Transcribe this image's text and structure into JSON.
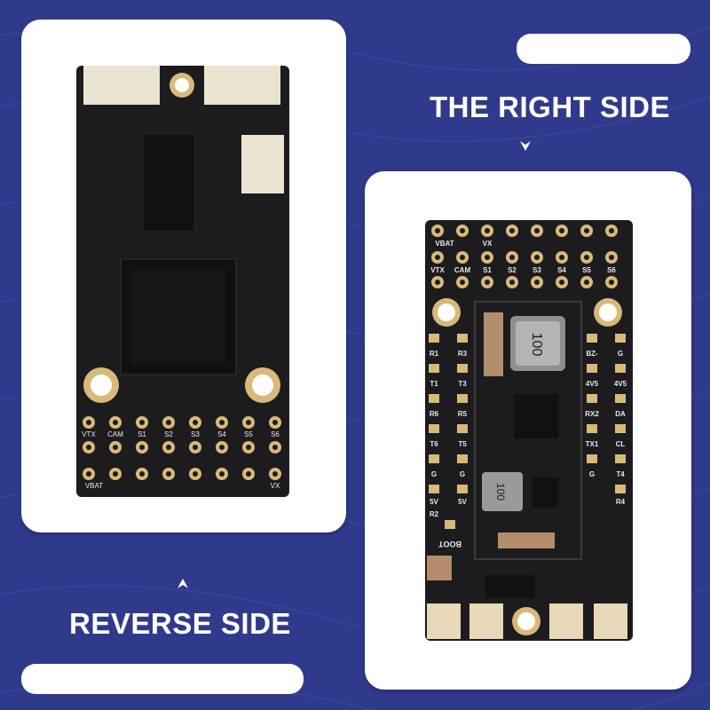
{
  "colors": {
    "background": "#2f3a8c",
    "card": "#ffffff",
    "pcb": "#1c1c1e",
    "pad": "#d9b97a",
    "silkscreen": "#e8e8e8"
  },
  "labels": {
    "right_side": "THE RIGHT SIDE",
    "reverse_side": "REVERSE SIDE"
  },
  "left_board": {
    "row1_labels": [
      "VTX",
      "CAM",
      "S1",
      "S2",
      "S3",
      "S4",
      "S5",
      "S6"
    ],
    "row2_labels": [
      "VBAT",
      "VX"
    ]
  },
  "right_board": {
    "top_row_labels": [
      "VBAT",
      "VX"
    ],
    "mid_row_labels": [
      "VTX",
      "CAM",
      "S1",
      "S2",
      "S3",
      "S4",
      "S5",
      "S6"
    ],
    "left_column_labels": [
      "R1",
      "T1",
      "R6",
      "T6",
      "G",
      "5V",
      "R2"
    ],
    "middle_column_labels": [
      "R3",
      "T3",
      "R5",
      "T5",
      "G",
      "5V"
    ],
    "right_column_labels": [
      "BZ-",
      "4V5",
      "RX2",
      "TX1",
      "G"
    ],
    "far_right_labels": [
      "G",
      "4V5",
      "DA",
      "CL",
      "T4",
      "R4"
    ],
    "inductor_large": "100",
    "inductor_small": "100",
    "boot_label": "BOOT"
  }
}
